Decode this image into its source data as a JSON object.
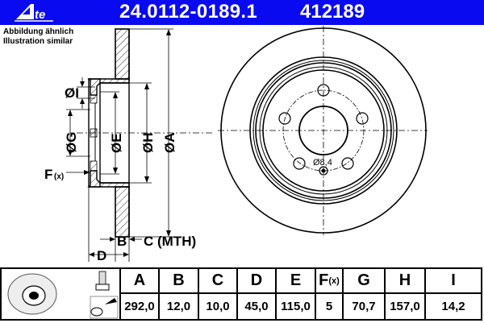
{
  "header": {
    "brand": "Ate",
    "part_number": "24.0112-0189.1",
    "reference_number": "412189",
    "background_color": "#0a0af0"
  },
  "note": {
    "line1": "Abbildung ähnlich",
    "line2": "Illustration similar"
  },
  "drawing": {
    "labels": {
      "dia_I": "ØI",
      "dia_G": "ØG",
      "dia_E": "ØE",
      "dia_H": "ØH",
      "dia_A": "ØA",
      "F": "F",
      "F_sub": "(x)",
      "B": "B",
      "C": "C (MTH)",
      "D": "D",
      "hole_dia": "Ø8,4"
    }
  },
  "table": {
    "columns": [
      {
        "key": "A",
        "label": "A",
        "value": "292,0"
      },
      {
        "key": "B",
        "label": "B",
        "value": "12,0"
      },
      {
        "key": "C",
        "label": "C",
        "value": "10,0"
      },
      {
        "key": "D",
        "label": "D",
        "value": "45,0"
      },
      {
        "key": "E",
        "label": "E",
        "value": "115,0"
      },
      {
        "key": "F",
        "label": "F",
        "label_sub": "(x)",
        "value": "5"
      },
      {
        "key": "G",
        "label": "G",
        "value": "70,7"
      },
      {
        "key": "H",
        "label": "H",
        "value": "157,0"
      },
      {
        "key": "I",
        "label": "I",
        "value": "14,2"
      }
    ],
    "icons": [
      "brake-disc-icon",
      "bolt-icon",
      "cleaning-spray-icon"
    ]
  }
}
